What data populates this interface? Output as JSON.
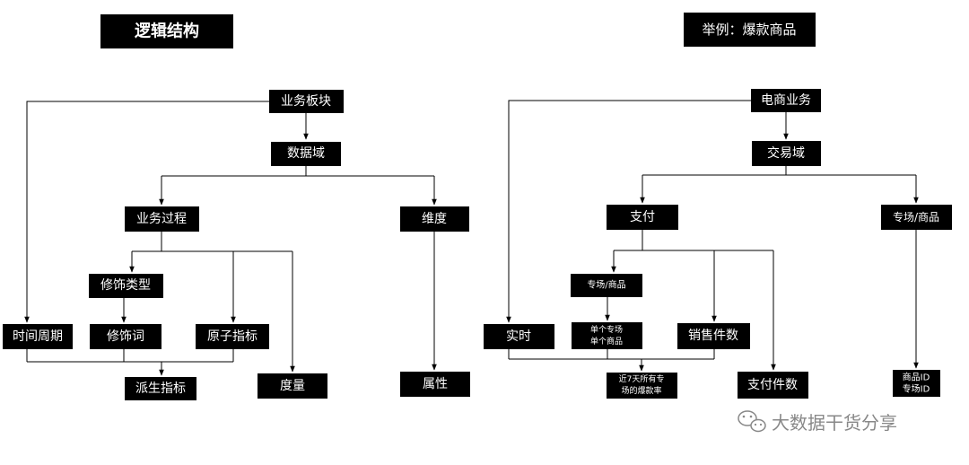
{
  "left": {
    "heading": "逻辑结构",
    "business_segment": "业务板块",
    "data_domain": "数据域",
    "business_process": "业务过程",
    "dimension": "维度",
    "modifier_type": "修饰类型",
    "time_period": "时间周期",
    "modifier_word": "修饰词",
    "atomic_metric": "原子指标",
    "derived_metric": "派生指标",
    "measure": "度量",
    "attribute": "属性"
  },
  "right": {
    "heading": "举例：爆款商品",
    "ecommerce": "电商业务",
    "trade_domain": "交易域",
    "payment": "支付",
    "zone_product_dim": "专场/商品",
    "zone_product_type": "专场/商品",
    "realtime": "实时",
    "single_line1": "单个专场",
    "single_line2": "单个商品",
    "sales_count": "销售件数",
    "hot_rate_line1": "近7天所有专",
    "hot_rate_line2": "场的爆款率",
    "pay_count": "支付件数",
    "attr_line1": "商品ID",
    "attr_line2": "专场ID"
  },
  "watermark": {
    "icon": "wechat-icon",
    "text": "大数据干货分享"
  }
}
